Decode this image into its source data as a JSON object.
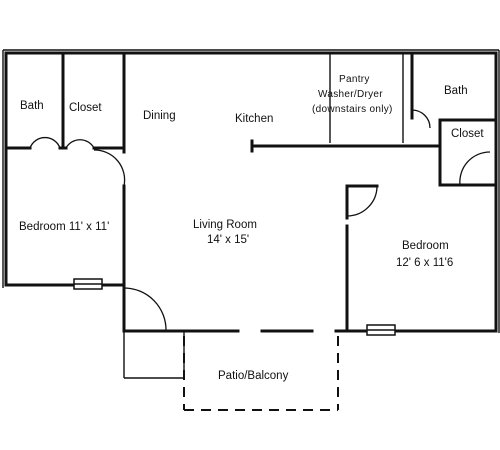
{
  "rooms": {
    "bath_left": "Bath",
    "closet_left": "Closet",
    "dining": "Dining",
    "kitchen": "Kitchen",
    "pantry": "Pantry",
    "washer_dryer": "Washer/Dryer",
    "downstairs_only": "(downstairs only)",
    "bath_right": "Bath",
    "closet_right": "Closet",
    "bedroom_left_name": "Bedroom 11' x 11'",
    "living_room_name": "Living Room",
    "living_room_size": "14' x 15'",
    "bedroom_right_name": "Bedroom",
    "bedroom_right_size": "12' 6 x 11'6",
    "patio": "Patio/Balcony"
  }
}
